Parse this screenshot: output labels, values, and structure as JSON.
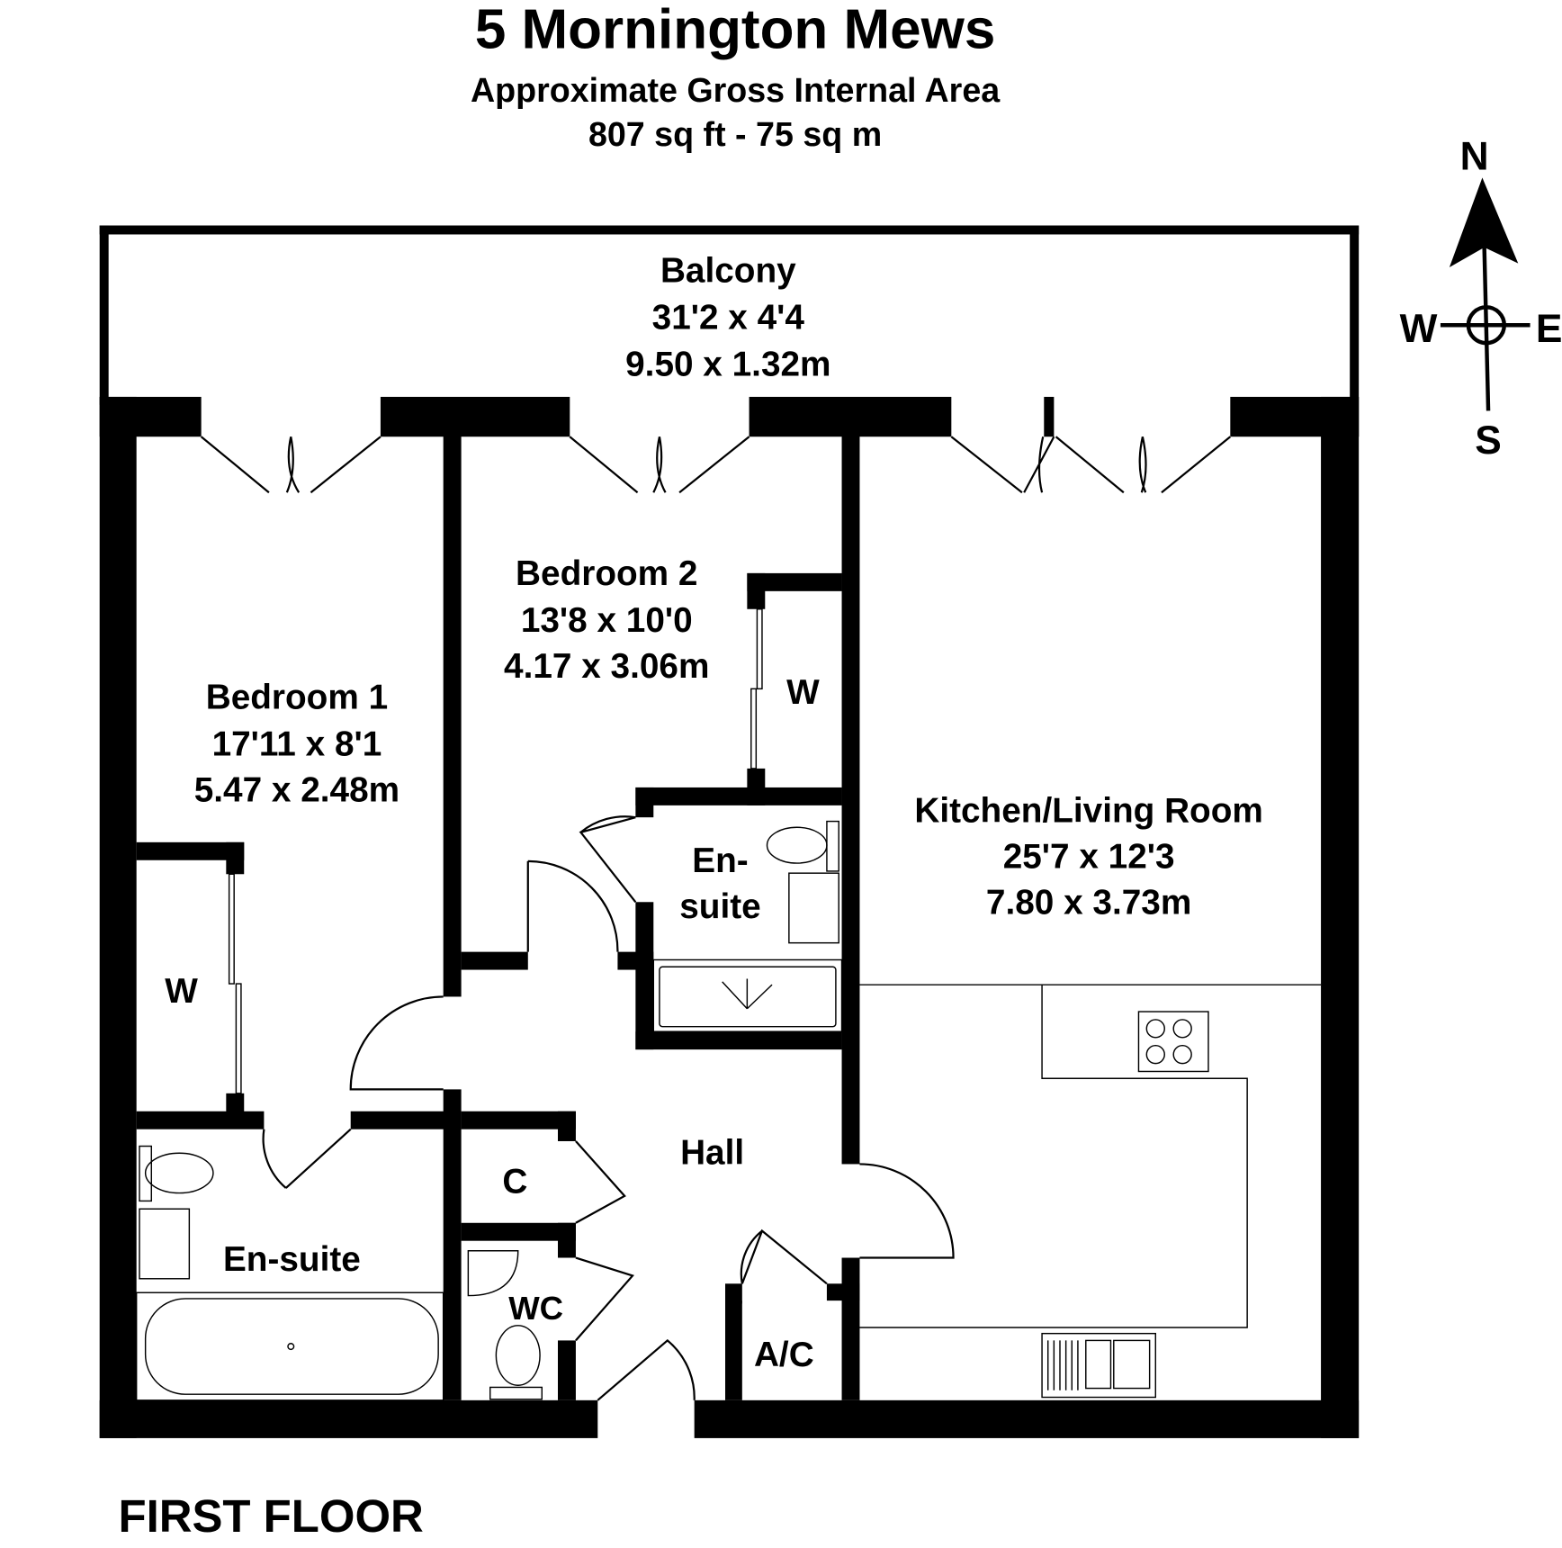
{
  "header": {
    "title": "5 Mornington Mews",
    "subtitle": "Approximate Gross Internal Area",
    "area": "807 sq ft - 75 sq m"
  },
  "compass": {
    "n": "N",
    "s": "S",
    "e": "E",
    "w": "W"
  },
  "rooms": {
    "balcony": {
      "name": "Balcony",
      "imperial": "31'2 x 4'4",
      "metric": "9.50 x 1.32m"
    },
    "bedroom1": {
      "name": "Bedroom 1",
      "imperial": "17'11 x 8'1",
      "metric": "5.47 x 2.48m"
    },
    "bedroom2": {
      "name": "Bedroom 2",
      "imperial": "13'8 x 10'0",
      "metric": "4.17 x 3.06m"
    },
    "kitchen": {
      "name": "Kitchen/Living Room",
      "imperial": "25'7 x 12'3",
      "metric": "7.80 x 3.73m"
    },
    "ensuite2": {
      "line1": "En-",
      "line2": "suite"
    },
    "ensuite1": {
      "name": "En-suite"
    },
    "wardrobe1": {
      "name": "W"
    },
    "wardrobe2": {
      "name": "W"
    },
    "hall": {
      "name": "Hall"
    },
    "cupboard": {
      "name": "C"
    },
    "wc": {
      "name": "WC"
    },
    "ac": {
      "name": "A/C"
    }
  },
  "footer": {
    "floor": "FIRST FLOOR"
  }
}
